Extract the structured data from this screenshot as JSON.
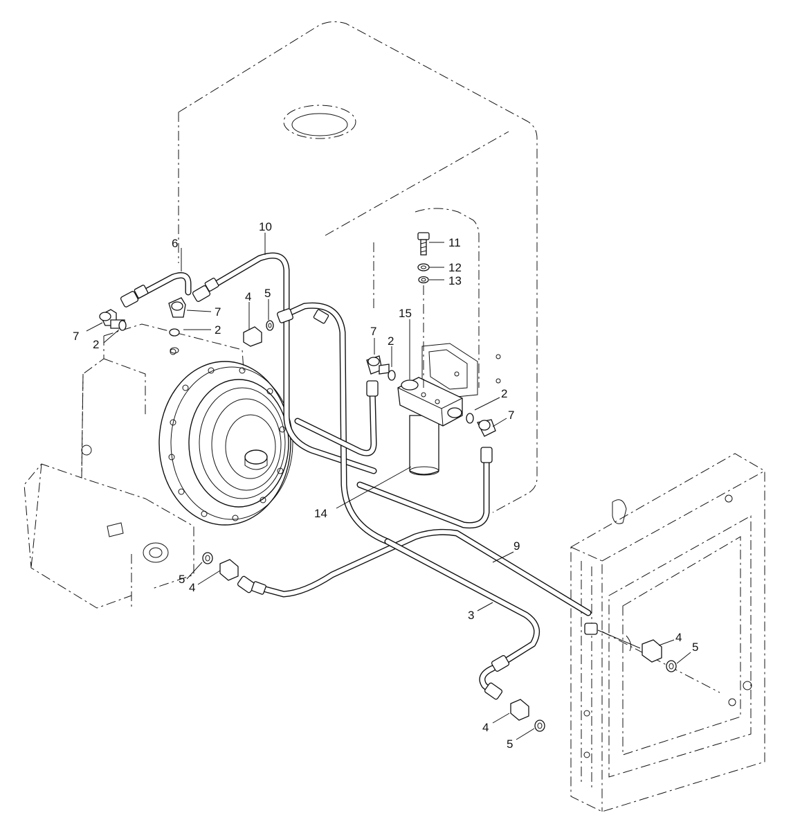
{
  "callouts": {
    "c2a": "2",
    "c2b": "2",
    "c2c": "2",
    "c2d": "2",
    "c3": "3",
    "c4a": "4",
    "c4b": "4",
    "c4c": "4",
    "c4d": "4",
    "c5a": "5",
    "c5b": "5",
    "c5c": "5",
    "c5d": "5",
    "c6": "6",
    "c7a": "7",
    "c7b": "7",
    "c7c": "7",
    "c7d": "7",
    "c9": "9",
    "c10": "10",
    "c11": "11",
    "c12": "12",
    "c13": "13",
    "c14": "14",
    "c15": "15"
  }
}
